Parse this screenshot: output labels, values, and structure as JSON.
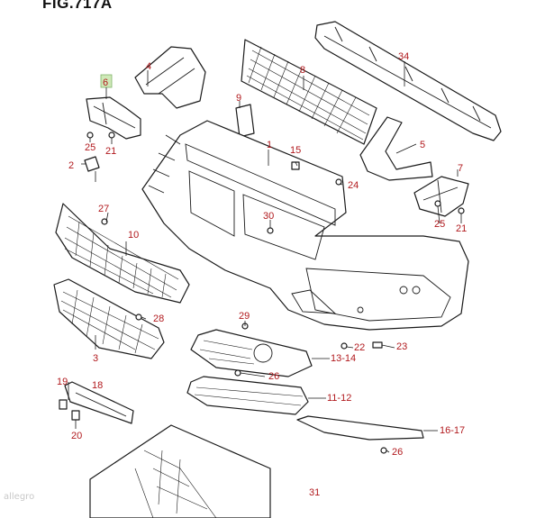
{
  "figure": {
    "title": "FIG.717A"
  },
  "watermark": "allegro",
  "callouts": {
    "c1": "1",
    "c2": "2",
    "c3": "3",
    "c4": "4",
    "c5": "5",
    "c6": "6",
    "c7": "7",
    "c8": "8",
    "c9": "9",
    "c10": "10",
    "c11": "11-12",
    "c13": "13-14",
    "c15": "15",
    "c16": "16-17",
    "c18": "18",
    "c19": "19",
    "c20": "20",
    "c21a": "21",
    "c21b": "21",
    "c22": "22",
    "c23": "23",
    "c24": "24",
    "c25a": "25",
    "c25b": "25",
    "c26a": "26",
    "c26b": "26",
    "c27": "27",
    "c28": "28",
    "c29": "29",
    "c30": "30",
    "c31": "31",
    "c34": "34"
  },
  "colors": {
    "callout": "#b1191d",
    "line": "#1a1a1a",
    "highlight": "#cfe9b8"
  }
}
